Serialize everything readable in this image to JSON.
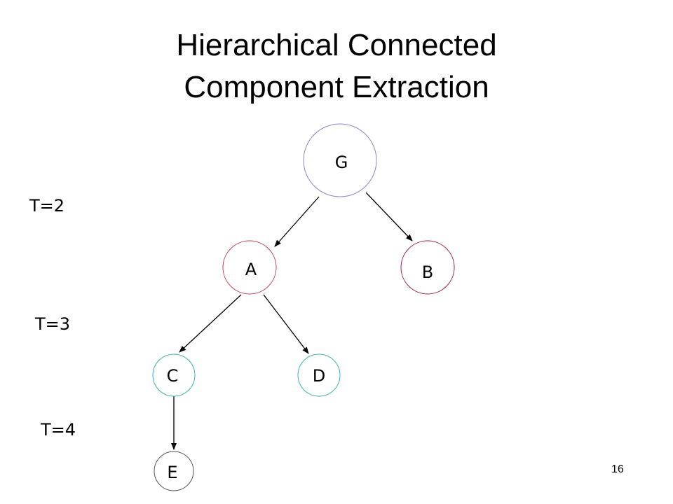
{
  "title": {
    "line1": "Hierarchical Connected",
    "line2": "Component Extraction"
  },
  "thresholds": [
    "T=2",
    "T=3",
    "T=4"
  ],
  "page_number": "16",
  "nodes": [
    {
      "id": "G",
      "label": "G",
      "color": "#8888cc"
    },
    {
      "id": "A",
      "label": "A",
      "color": "#c04050"
    },
    {
      "id": "B",
      "label": "B",
      "color": "#a02040"
    },
    {
      "id": "C",
      "label": "C",
      "color": "#40b0b0"
    },
    {
      "id": "D",
      "label": "D",
      "color": "#40b0b0"
    },
    {
      "id": "E",
      "label": "E",
      "color": "#555555"
    }
  ],
  "edges": [
    {
      "from": "G",
      "to": "A"
    },
    {
      "from": "G",
      "to": "B"
    },
    {
      "from": "A",
      "to": "C"
    },
    {
      "from": "A",
      "to": "D"
    },
    {
      "from": "C",
      "to": "E"
    }
  ]
}
